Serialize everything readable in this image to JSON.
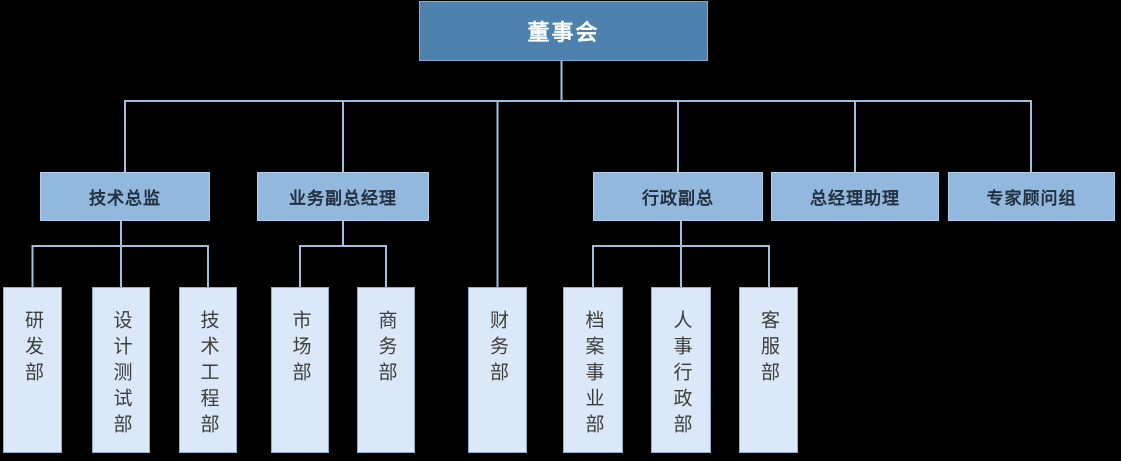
{
  "org_chart": {
    "root": {
      "label": "董事会"
    },
    "level2": [
      {
        "label": "技术总监",
        "parent": "董事会"
      },
      {
        "label": "业务副总经理",
        "parent": "董事会"
      },
      {
        "label": "行政副总",
        "parent": "董事会"
      },
      {
        "label": "总经理助理",
        "parent": "董事会"
      },
      {
        "label": "专家顾问组",
        "parent": "董事会"
      }
    ],
    "level3": [
      {
        "label": "研发部",
        "parent": "技术总监"
      },
      {
        "label": "设计测试部",
        "parent": "技术总监"
      },
      {
        "label": "技术工程部",
        "parent": "技术总监"
      },
      {
        "label": "市场部",
        "parent": "业务副总经理"
      },
      {
        "label": "商务部",
        "parent": "业务副总经理"
      },
      {
        "label": "财务部",
        "parent": "董事会"
      },
      {
        "label": "档案事业部",
        "parent": "行政副总"
      },
      {
        "label": "人事行政部",
        "parent": "行政副总"
      },
      {
        "label": "客服部",
        "parent": "行政副总"
      }
    ],
    "colors": {
      "background": "#000000",
      "level1_fill": "#4D81AE",
      "level2_fill": "#92B8DD",
      "level3_fill": "#DAE8F7",
      "level1_text": "#FFFFFF",
      "level2_text": "#22303F",
      "level3_text": "#3D3D3D",
      "connector": "#A2BEDC"
    }
  }
}
